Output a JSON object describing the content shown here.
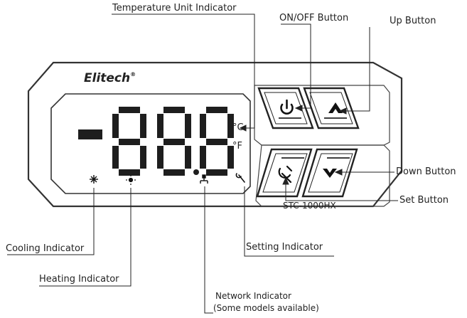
{
  "device": {
    "brand": "Elitech",
    "brand_mark": "®",
    "model": "STC-1000HX",
    "display_value": "-88.8",
    "unit_celsius": "°C",
    "unit_fahrenheit": "°F"
  },
  "labels": {
    "temperature_unit": "Temperature Unit Indicator",
    "on_off": "ON/OFF Button",
    "up": "Up Button",
    "down": "Down Button",
    "set": "Set Button",
    "cooling": "Cooling Indicator",
    "heating": "Heating Indicator",
    "setting": "Setting Indicator",
    "network_line1": "Network Indicator",
    "network_line2": "(Some models  available)"
  },
  "icons": [
    "snowflake-icon",
    "sun-icon",
    "network-icon",
    "wrench-icon",
    "power-icon",
    "up-arrow-icon",
    "down-arrow-icon",
    "set-icon"
  ]
}
